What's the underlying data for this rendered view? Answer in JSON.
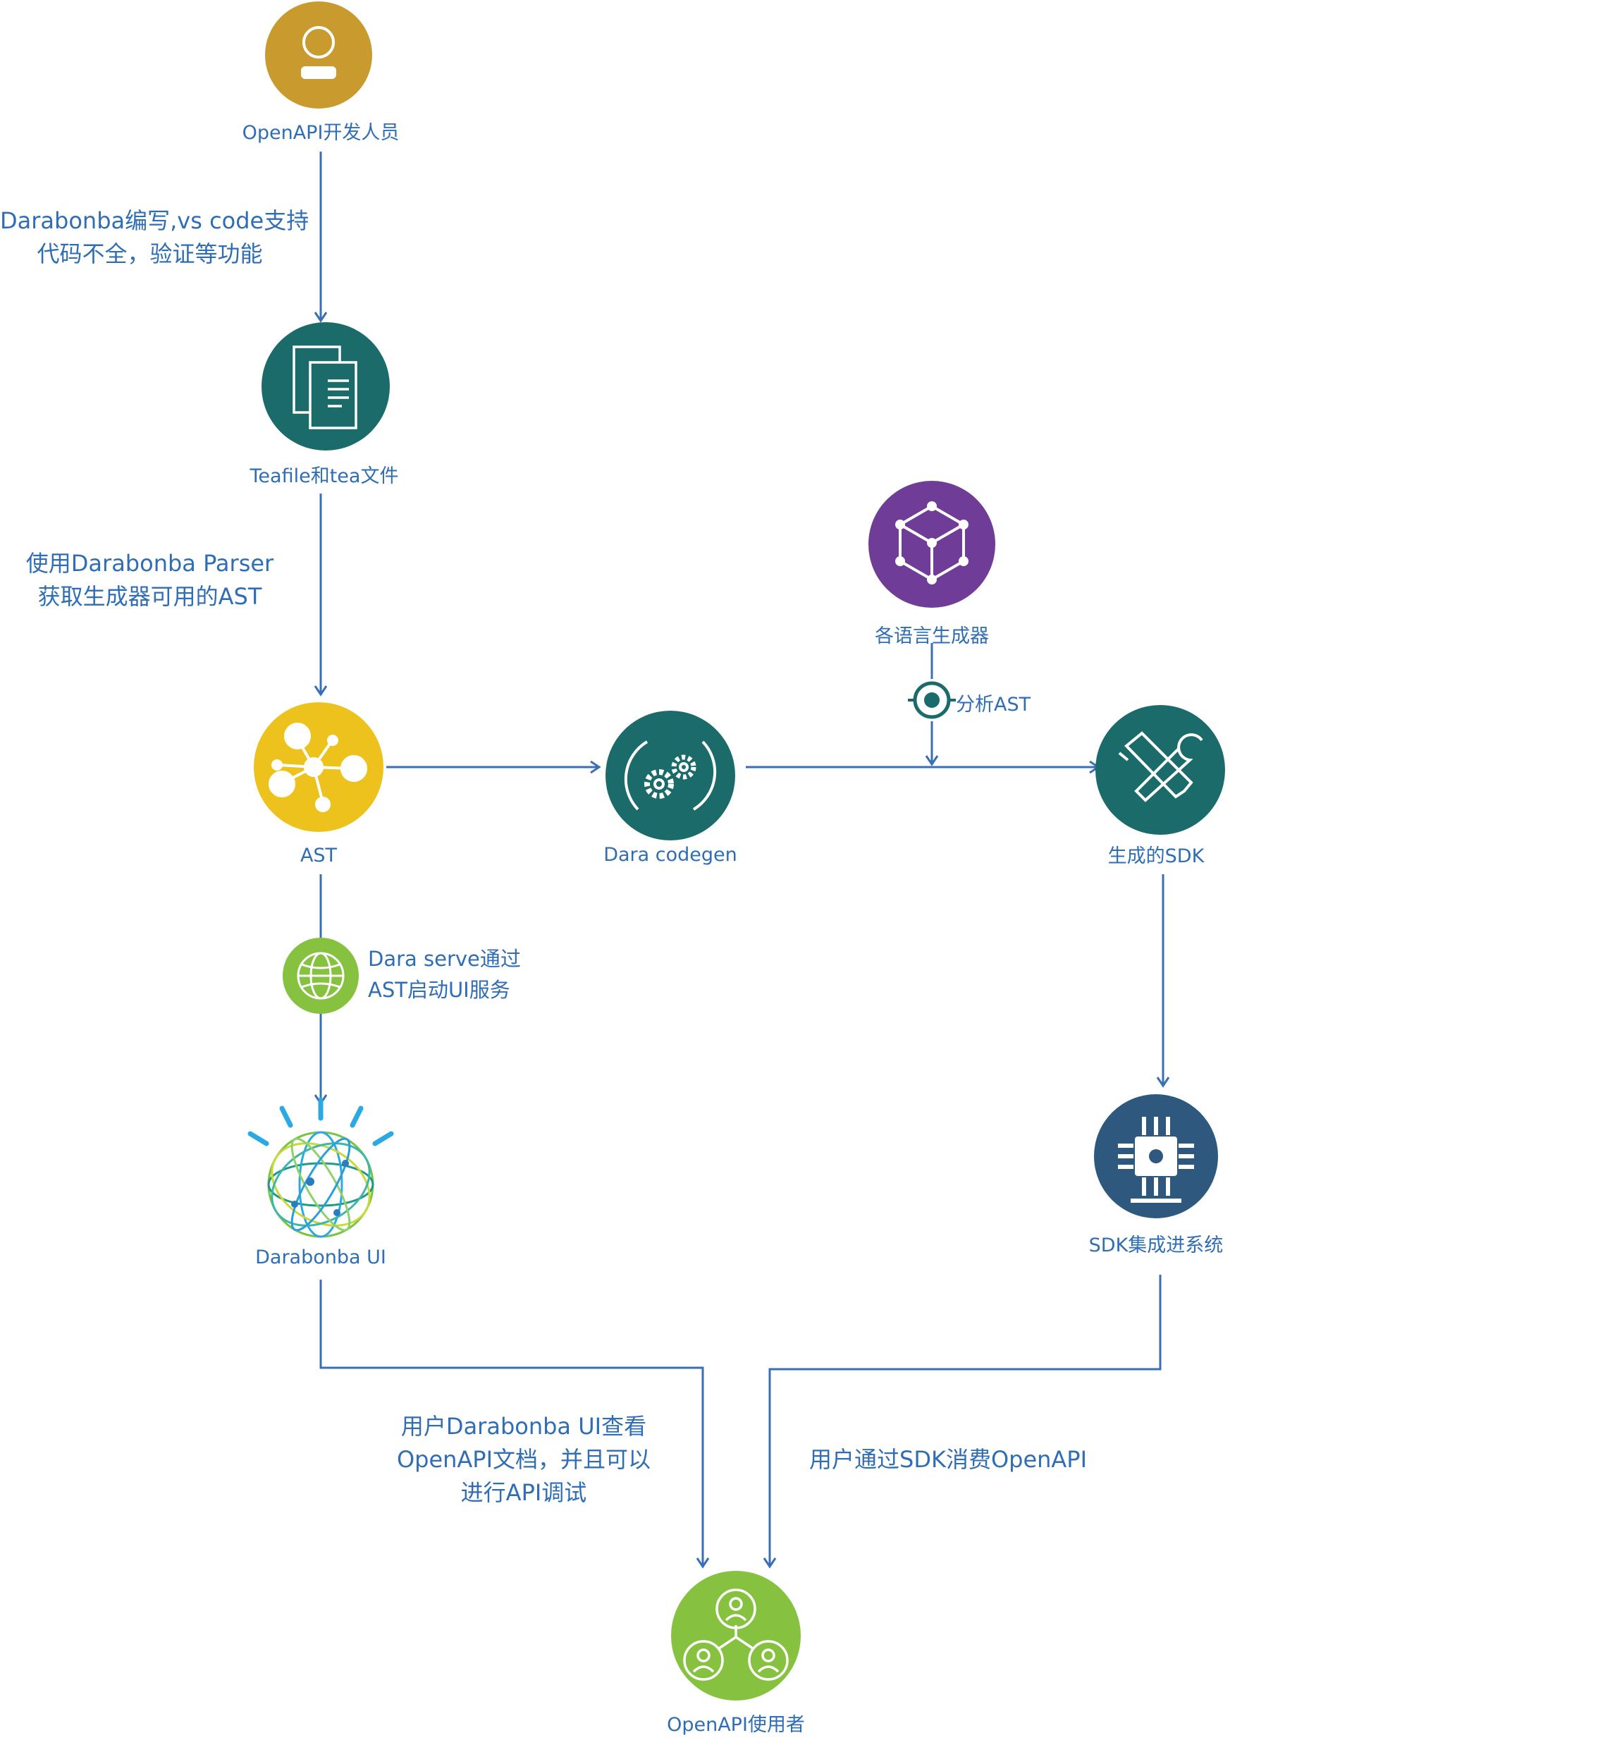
{
  "colors": {
    "arrow": "#3a6fb4",
    "text": "#2f6eb5",
    "developer": "#c99a2e",
    "teal": "#1b6b6b",
    "ast": "#eec21c",
    "generator": "#6f3d98",
    "serve": "#86c13f",
    "chip": "#2f587e",
    "users": "#86c13f"
  },
  "nodes": {
    "developer": {
      "label": "OpenAPI开发人员",
      "icon": "person-icon"
    },
    "teafile": {
      "label": "Teafile和tea文件",
      "icon": "documents-icon"
    },
    "ast": {
      "label": "AST",
      "icon": "network-hub-icon"
    },
    "codegen": {
      "label": "Dara codegen",
      "icon": "gears-icon"
    },
    "generators": {
      "label": "各语言生成器",
      "icon": "cube-icon"
    },
    "sdk": {
      "label": "生成的SDK",
      "icon": "tools-icon"
    },
    "darabonba_ui": {
      "label": "Darabonba UI",
      "icon": "globe-icon"
    },
    "integration": {
      "label": "SDK集成进系统",
      "icon": "chip-icon"
    },
    "users": {
      "label": "OpenAPI使用者",
      "icon": "users-group-icon"
    }
  },
  "edges": {
    "dev_to_teafile": {
      "line1": "Darabonba编写,vs code支持",
      "line2": "代码不全，验证等功能"
    },
    "teafile_to_ast": {
      "line1": "使用Darabonba Parser",
      "line2": "获取生成器可用的AST"
    },
    "analyze": {
      "label": "分析AST",
      "icon": "refresh-eye-icon"
    },
    "serve": {
      "line1": "Dara serve通过",
      "line2": "AST启动UI服务",
      "icon": "web-icon"
    },
    "ui_to_users": {
      "line1": "用户Darabonba UI查看",
      "line2": "OpenAPI文档，并且可以",
      "line3": "进行API调试"
    },
    "sdk_to_users": {
      "label": "用户通过SDK消费OpenAPI"
    }
  }
}
